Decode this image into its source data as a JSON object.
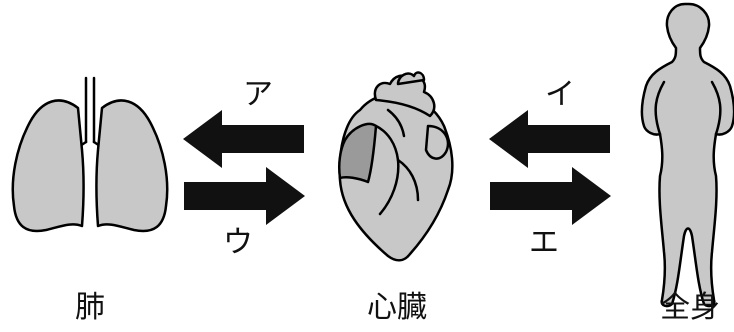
{
  "labels": {
    "lung": "肺",
    "heart": "心臓",
    "body": "全身"
  },
  "arrows": {
    "heart_to_lung": "ア",
    "body_to_heart": "イ",
    "lung_to_heart": "ウ",
    "heart_to_body": "エ"
  },
  "colors": {
    "organ_fill": "#c8c8c8",
    "organ_dark": "#9a9a9a",
    "outline": "#000000",
    "arrow": "#111111"
  }
}
